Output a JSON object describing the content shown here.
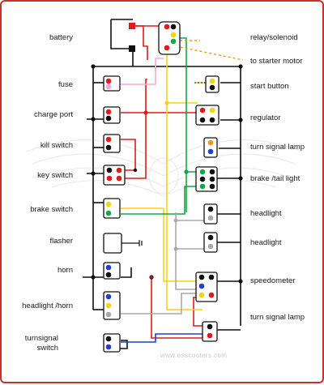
{
  "labels": {
    "left": [
      "battery",
      "fuse",
      "charge port",
      "kill switch",
      "key switch",
      "brake switch",
      "flasher",
      "horn",
      "headlight /horn",
      "turnsignal switch"
    ],
    "right": [
      "relay/solenoid",
      "to starter motor",
      "start button",
      "regulator",
      "turn signal lamp",
      "brake /tail light",
      "headlight",
      "headlight",
      "speedometer",
      "turn signal lamp"
    ]
  },
  "watermark": "www.esscooters.com",
  "wire_colors": {
    "black": "#111111",
    "red": "#e11a1a",
    "pink": "#f2a8d8",
    "yellow": "#f3d417",
    "green": "#12a84a",
    "blue": "#1f3fd6",
    "gray": "#a9a9a9",
    "orange": "#f39a12"
  },
  "accent": "#c8322a"
}
